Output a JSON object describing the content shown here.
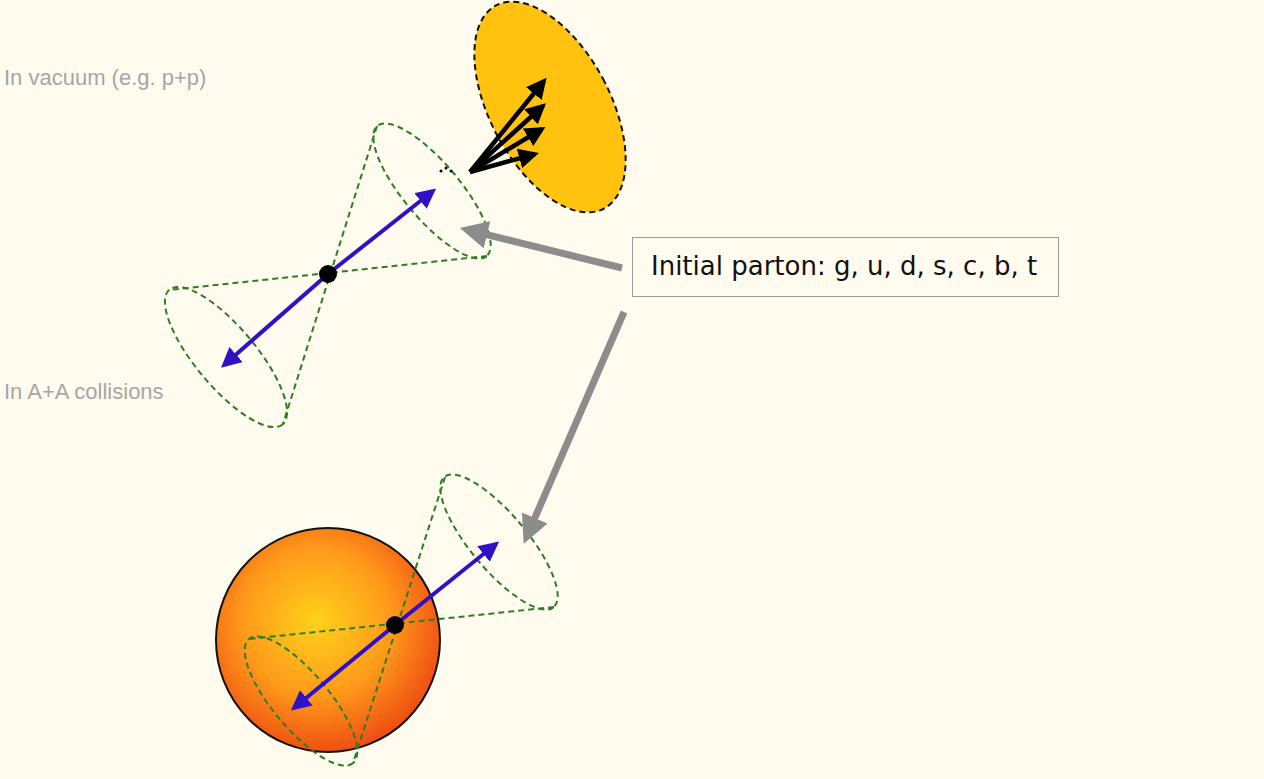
{
  "diagram": {
    "nodes": [
      {
        "text": [
          "Initial parton: g, u, d, s, c, b, t"
        ]
      }
    ],
    "labels": [
      "In vacuum (e.g. p+p)",
      "In A+A collisions"
    ]
  }
}
